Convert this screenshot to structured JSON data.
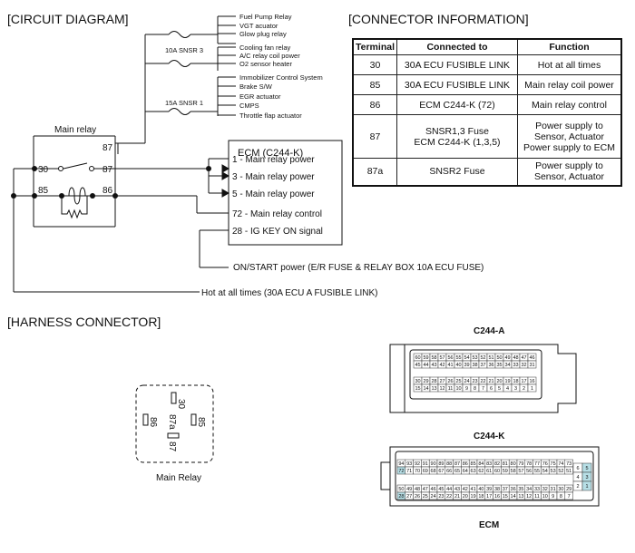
{
  "sections": {
    "circuit": "[CIRCUIT DIAGRAM]",
    "connector": "[CONNECTOR INFORMATION]",
    "harness": "[HARNESS CONNECTOR]"
  },
  "fuses": {
    "f1": "10A SNSR 3",
    "f2": "15A SNSR 1"
  },
  "loads": {
    "group1": [
      "Fuel Pump Relay",
      "VGT acuator",
      "Glow plug relay"
    ],
    "group2": [
      "Cooling fan relay",
      "A/C relay coil power",
      "O2 sensor heater"
    ],
    "group3": [
      "Immobilizer Control System",
      "Brake S/W",
      "EGR actuator",
      "CMPS",
      "Throttle flap actuator"
    ]
  },
  "relay": {
    "title": "Main relay",
    "pins": [
      "87",
      "30",
      "87",
      "85",
      "86"
    ]
  },
  "ecm": {
    "title": "ECM (C244-K)",
    "pins": [
      "1 - Main relay power",
      "3 - Main relay power",
      "5 - Main relay power",
      "72 - Main relay control",
      "28 - IG KEY ON signal"
    ]
  },
  "notes": {
    "on_start": "ON/START power (E/R FUSE & RELAY BOX 10A ECU FUSE)",
    "hot": "Hot at all times (30A ECU A FUSIBLE LINK)"
  },
  "table": {
    "headers": [
      "Terminal",
      "Connected to",
      "Function"
    ],
    "rows": [
      {
        "terminal": "30",
        "connected": "30A ECU FUSIBLE LINK",
        "function": "Hot at all times"
      },
      {
        "terminal": "85",
        "connected": "30A ECU FUSIBLE LINK",
        "function": "Main relay coil power"
      },
      {
        "terminal": "86",
        "connected": "ECM C244-K (72)",
        "function": "Main relay control"
      },
      {
        "terminal": "87",
        "connected": "SNSR1,3 Fuse\nECM C244-K (1,3,5)",
        "function": "Power supply to\nSensor, Actuator\nPower supply to ECM"
      },
      {
        "terminal": "87a",
        "connected": "SNSR2 Fuse",
        "function": "Power supply to\nSensor, Actuator"
      }
    ]
  },
  "harness": {
    "main_relay": {
      "label": "Main Relay",
      "pins": [
        "30",
        "86",
        "85",
        "87a",
        "87"
      ]
    },
    "c244a": {
      "label": "C244-A",
      "row1": [
        "60",
        "59",
        "58",
        "57",
        "56",
        "55",
        "54",
        "53",
        "52",
        "51",
        "50",
        "49",
        "48",
        "47",
        "46"
      ],
      "row2": [
        "45",
        "44",
        "43",
        "42",
        "41",
        "40",
        "39",
        "38",
        "37",
        "36",
        "35",
        "34",
        "33",
        "32",
        "31"
      ],
      "row3": [
        "30",
        "29",
        "28",
        "27",
        "26",
        "25",
        "24",
        "23",
        "22",
        "21",
        "20",
        "19",
        "18",
        "17",
        "16"
      ],
      "row4": [
        "15",
        "14",
        "13",
        "12",
        "11",
        "10",
        "9",
        "8",
        "7",
        "6",
        "5",
        "4",
        "3",
        "2",
        "1"
      ]
    },
    "c244k": {
      "label": "C244-K",
      "row1": [
        "94",
        "93",
        "92",
        "91",
        "90",
        "89",
        "88",
        "87",
        "86",
        "85",
        "84",
        "83",
        "82",
        "81",
        "80",
        "79",
        "78",
        "77",
        "76",
        "75",
        "74",
        "73"
      ],
      "row2": [
        "72",
        "71",
        "70",
        "69",
        "68",
        "67",
        "66",
        "65",
        "64",
        "63",
        "62",
        "61",
        "60",
        "59",
        "58",
        "57",
        "56",
        "55",
        "54",
        "53",
        "52",
        "51"
      ],
      "row3": [
        "50",
        "49",
        "48",
        "47",
        "46",
        "45",
        "44",
        "43",
        "42",
        "41",
        "40",
        "39",
        "38",
        "37",
        "36",
        "35",
        "34",
        "33",
        "32",
        "31",
        "30",
        "29"
      ],
      "row4": [
        "28",
        "27",
        "26",
        "25",
        "24",
        "23",
        "22",
        "21",
        "20",
        "19",
        "18",
        "17",
        "16",
        "15",
        "14",
        "13",
        "12",
        "11",
        "10",
        "9",
        "8",
        "7"
      ],
      "side": [
        "6",
        "5",
        "4",
        "3",
        "2",
        "1"
      ]
    },
    "ecm_label": "ECM"
  },
  "colors": {
    "highlight_pin": "#b7dfe6",
    "line": "#111111"
  }
}
